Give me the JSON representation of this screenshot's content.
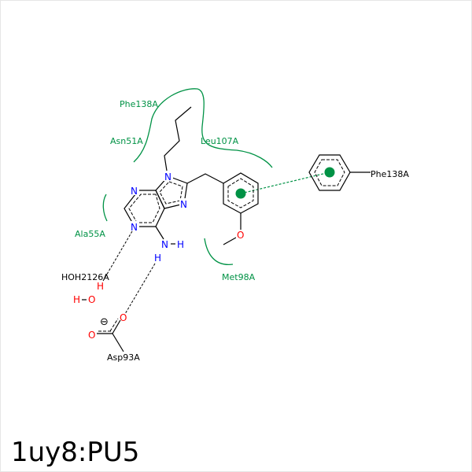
{
  "title": "1uy8:PU5",
  "colors": {
    "residue": "#009245",
    "nitrogen": "#0000ff",
    "oxygen": "#ff0000",
    "bond": "#000000"
  },
  "residues": {
    "phe138_top": "Phe138A",
    "asn51": "Asn51A",
    "leu107": "Leu107A",
    "ala55": "Ala55A",
    "met98": "Met98A",
    "phe138_right": "Phe138A",
    "water": "HOH2126A",
    "asp93": "Asp93A"
  },
  "atoms": {
    "N": "N",
    "O": "O",
    "H": "H",
    "minus": "⊖"
  }
}
